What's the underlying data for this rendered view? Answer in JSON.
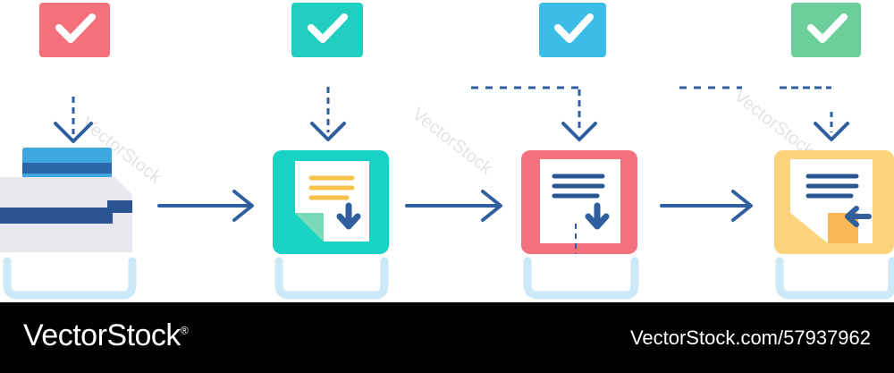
{
  "colors": {
    "background": "#ffffff",
    "footer_bg": "#000000",
    "arrow": "#2f5f9e",
    "check": "#ffffff",
    "tray_frame": "#cbe9f7",
    "stage1_badge": "#f4707a",
    "stage2_badge": "#20cfc0",
    "stage3_badge": "#3bbde8",
    "stage4_badge": "#6ccf9b",
    "stage2_doc": "#18d2c4",
    "stage3_doc": "#f3727e",
    "stage4_doc": "#fbd37a",
    "stage1_files": "#3ea7e0"
  },
  "diagram": {
    "stages": [
      {
        "name": "printer-files",
        "badge": "check-icon"
      },
      {
        "name": "document-in",
        "badge": "check-icon"
      },
      {
        "name": "document-processing",
        "badge": "check-icon"
      },
      {
        "name": "document-out",
        "badge": "check-icon"
      }
    ],
    "connectors": [
      "right-arrow-icon",
      "right-arrow-icon",
      "right-arrow-icon"
    ]
  },
  "watermark": "VectorStock",
  "footer": {
    "brand": "VectorStock",
    "registered": "®",
    "stock_id": "VectorStock.com/57937962"
  }
}
